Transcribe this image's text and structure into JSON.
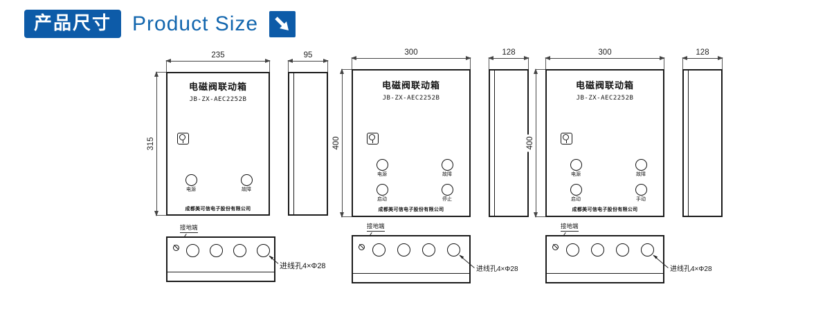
{
  "page": {
    "background": "#ffffff",
    "accent_blue": "#0d5ba8"
  },
  "header": {
    "badge_label": "产品尺寸",
    "title": "Product Size",
    "icon": "diagonal-resize-arrow"
  },
  "labels": {
    "ground": "接地端",
    "inlet": "进线孔4×Φ28"
  },
  "drawings": [
    {
      "name": "small-box",
      "front_width": "235",
      "front_height": "315",
      "side_width": "95",
      "title": "电磁阀联动箱",
      "model": "JB-ZX-AEC2252B",
      "company": "成都美可信电子股份有限公司",
      "lights": [
        "电源",
        "故障"
      ]
    },
    {
      "name": "medium-box",
      "front_width": "300",
      "front_height": "400",
      "side_width": "128",
      "title": "电磁阀联动箱",
      "model": "JB-ZX-AEC2252B",
      "company": "成都美可信电子股份有限公司",
      "lights": [
        "电源",
        "故障",
        "启动",
        "停止"
      ]
    },
    {
      "name": "large-box",
      "front_width": "300",
      "front_height": "400",
      "side_width": "128",
      "title": "电磁阀联动箱",
      "model": "JB-ZX-AEC2252B",
      "company": "成都美可信电子股份有限公司",
      "lights": [
        "电源",
        "故障",
        "启动",
        "手动"
      ]
    }
  ]
}
